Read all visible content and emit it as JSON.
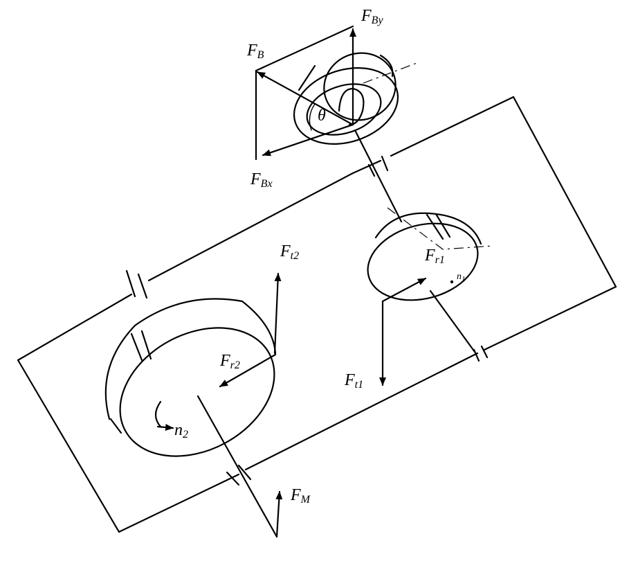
{
  "labels": {
    "fb": {
      "main": "F",
      "sub": "B"
    },
    "fby": {
      "main": "F",
      "sub": "By"
    },
    "fbx": {
      "main": "F",
      "sub": "Bx"
    },
    "theta": "θ",
    "ft2": {
      "main": "F",
      "sub": "t2"
    },
    "fr2": {
      "main": "F",
      "sub": "r2"
    },
    "fr1": {
      "main": "F",
      "sub": "r1"
    },
    "ft1": {
      "main": "F",
      "sub": "t1"
    },
    "fm": {
      "main": "F",
      "sub": "M"
    },
    "n1": {
      "main": "n",
      "sub": "1"
    },
    "n2": {
      "main": "n",
      "sub": "2"
    }
  }
}
